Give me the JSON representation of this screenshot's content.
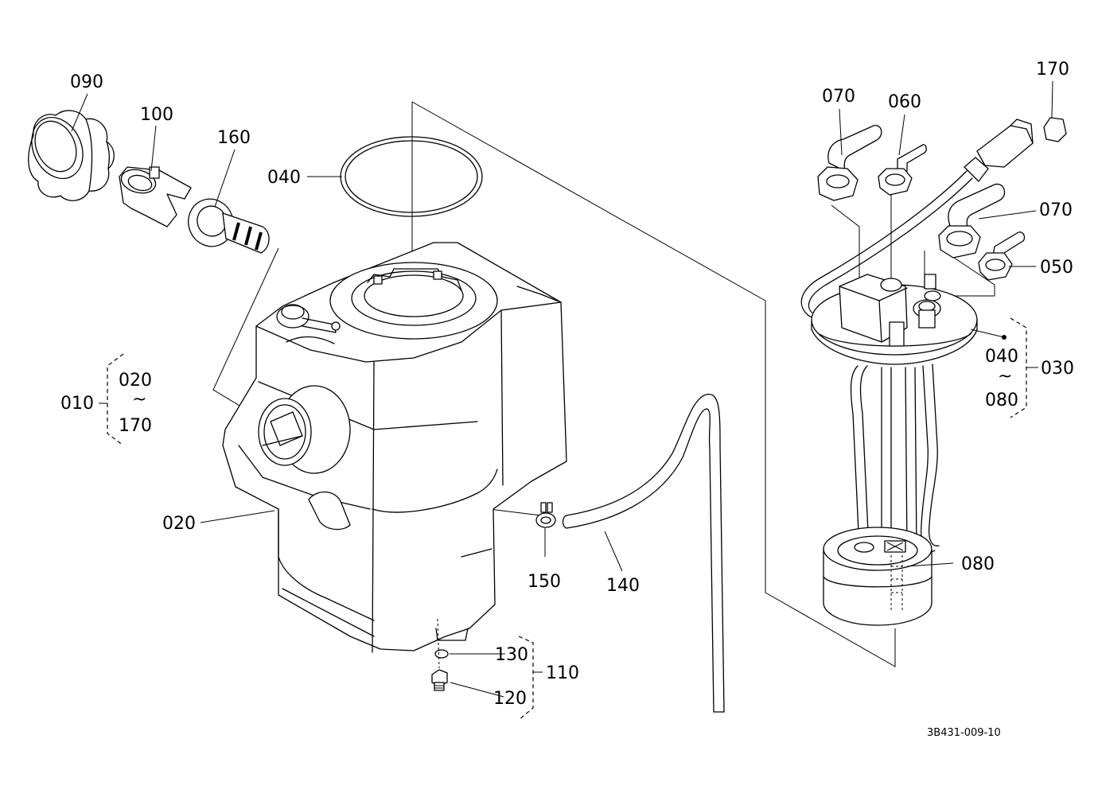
{
  "drawing_id": "3B431-009-10",
  "labels": {
    "p090": "090",
    "p100": "100",
    "p160": "160",
    "p040_ring": "040",
    "p010": "010",
    "p010_from": "020",
    "p010_tilde": "~",
    "p010_to": "170",
    "p020": "020",
    "p150": "150",
    "p140": "140",
    "p130": "130",
    "p120": "120",
    "p110": "110",
    "p070_top": "070",
    "p060": "060",
    "p170": "170",
    "p070_right": "070",
    "p050": "050",
    "p030_from": "040",
    "p030_tilde": "~",
    "p030_to": "080",
    "p030": "030",
    "p080": "080"
  },
  "colors": {
    "line": "#000000",
    "background": "#ffffff"
  }
}
